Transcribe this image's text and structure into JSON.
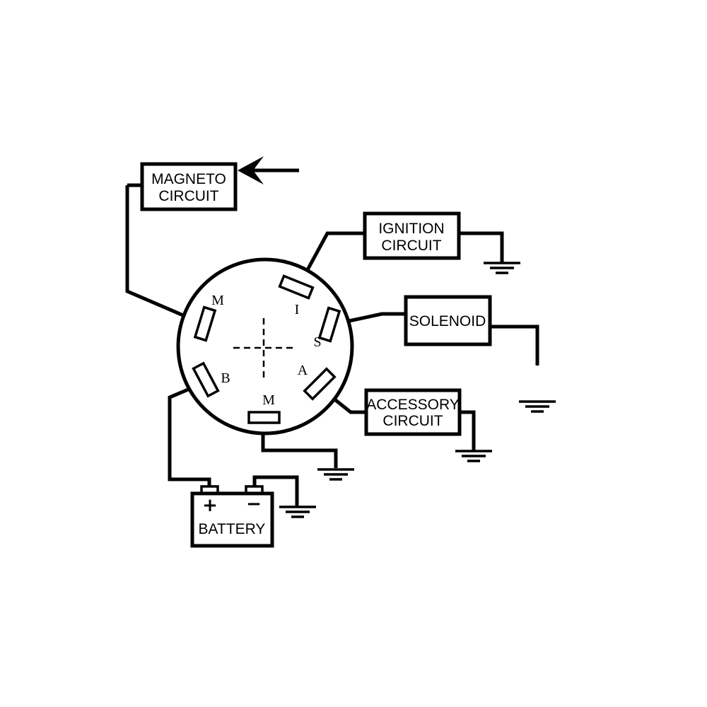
{
  "colors": {
    "ink": "#000000",
    "paper": "#ffffff"
  },
  "boxes": {
    "magneto": [
      "MAGNETO",
      "CIRCUIT"
    ],
    "ignition": [
      "IGNITION",
      "CIRCUIT"
    ],
    "solenoid": [
      "SOLENOID"
    ],
    "accessory": [
      "ACCESSORY",
      "CIRCUIT"
    ],
    "battery": [
      "BATTERY"
    ]
  },
  "terminals": {
    "m_upper": "M",
    "i": "I",
    "s": "S",
    "a": "A",
    "b": "B",
    "m_lower": "M"
  },
  "battery_terminals": {
    "positive": "+",
    "negative": "−"
  },
  "icons": [
    "arrow-icon",
    "ground-icon",
    "switch-body"
  ]
}
